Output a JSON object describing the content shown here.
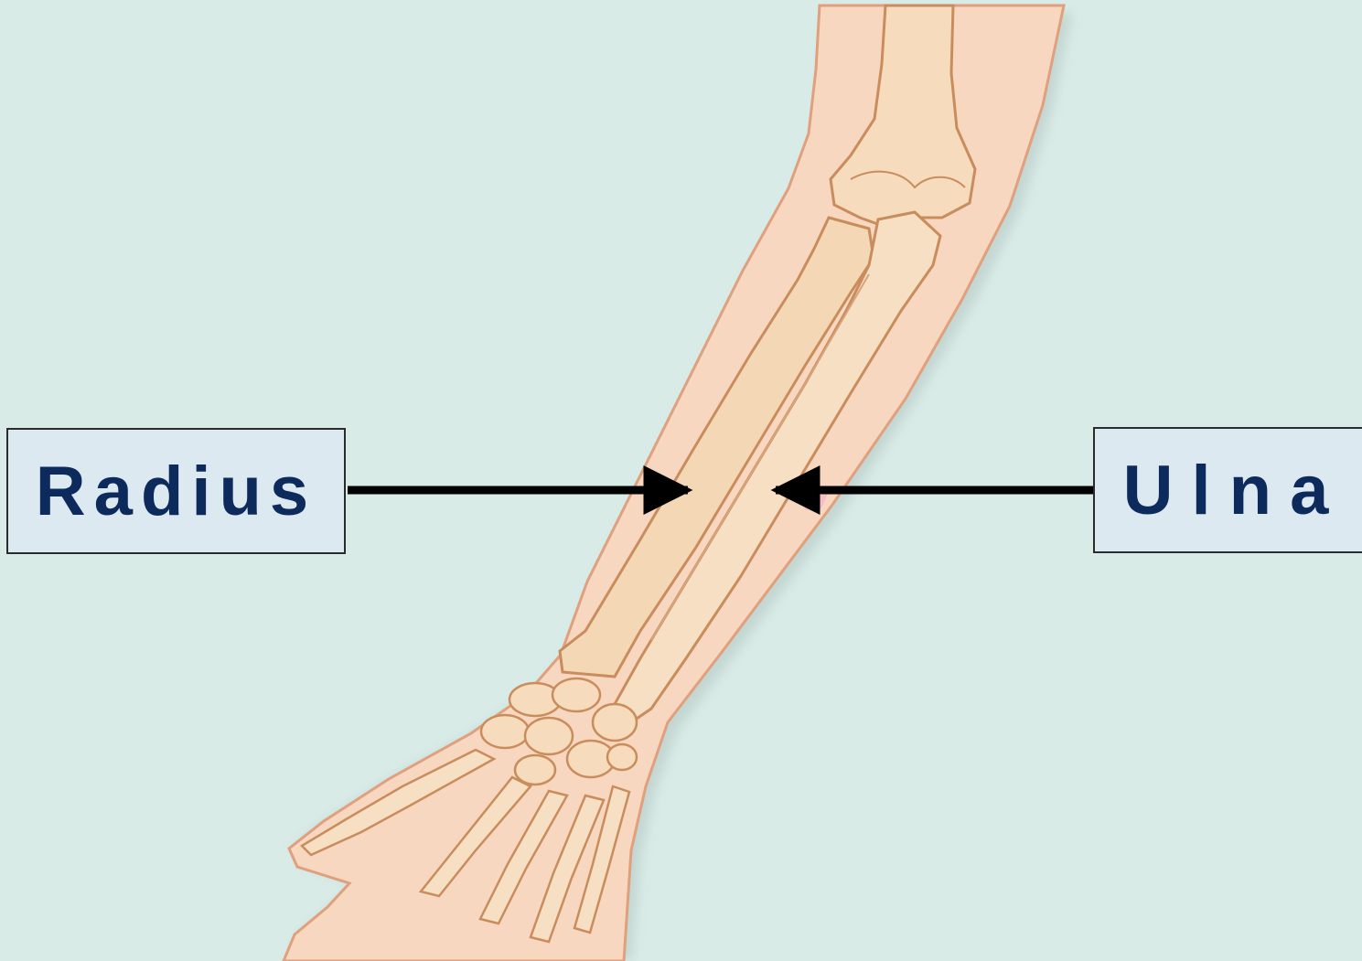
{
  "diagram": {
    "labels": {
      "radius": "Radius",
      "ulna": "Ulna"
    }
  },
  "colors": {
    "background": "#d9ebe7",
    "skin": "#f8d7c0",
    "skin_outline": "#e0a07e",
    "bone": "#f6dcbc",
    "bone_outline": "#c98d5d",
    "label_text": "#0d2a5c",
    "label_box": "#dde9f0",
    "arrow": "#000000"
  },
  "icons": [
    "forearm-skeleton-illustration",
    "arrow-right-icon",
    "arrow-left-icon"
  ]
}
